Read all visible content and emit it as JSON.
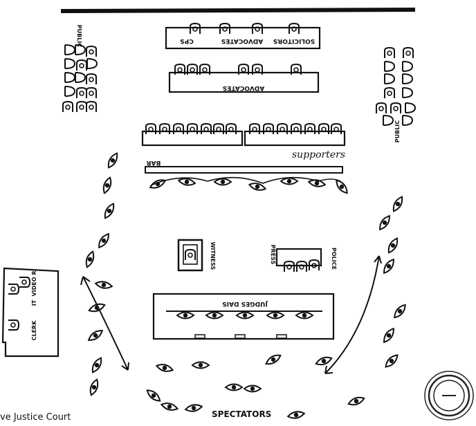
{
  "labels": {
    "cps": "CPS",
    "advocates_top": "ADVOCATES",
    "solicitors": "SOLICITORS",
    "advocates_mid": "ADVOCATES",
    "public_left": "PUBLIC",
    "public_right": "PUBLIC",
    "supporters": "supporters",
    "bar": "BAR",
    "witness": "WITNESS",
    "press": "PRESS",
    "police": "POLICE",
    "judges_dais": "JUDGES DAIS",
    "clerk": "CLERK",
    "it": "IT",
    "video_relay": "VIDEO R",
    "spectators": "SPECTATORS"
  },
  "caption": "ve Justice Court",
  "icons": {
    "zoom": "circle-minus-icon"
  },
  "colors": {
    "ink": "#111111",
    "paper": "#ffffff"
  }
}
